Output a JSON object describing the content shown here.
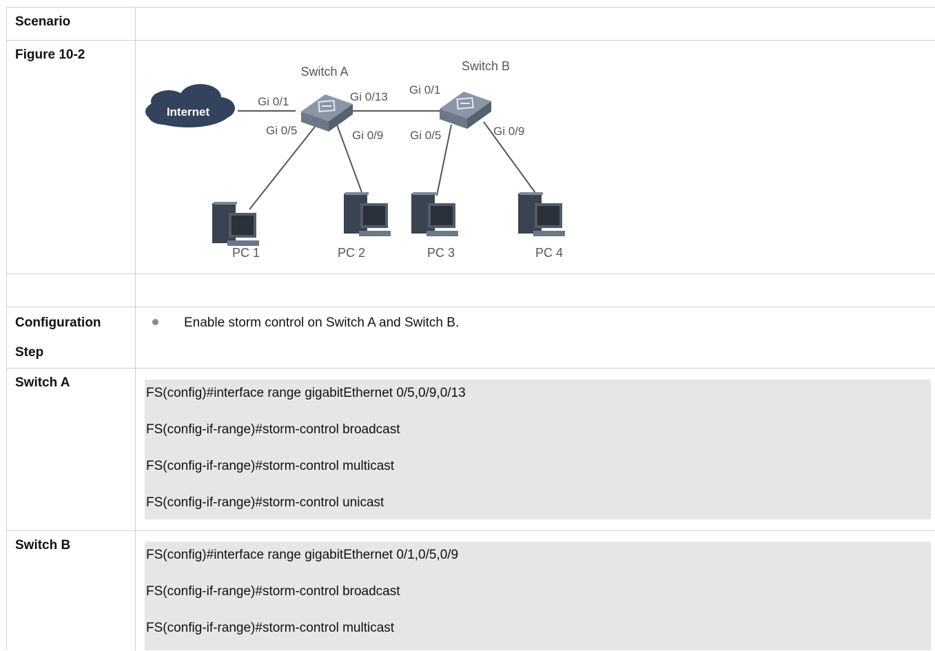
{
  "rows": {
    "scenario": {
      "label": "Scenario"
    },
    "figure": {
      "label": "Figure 10-2",
      "diagram": {
        "cloud": "Internet",
        "switch_a": "Switch A",
        "switch_b": "Switch B",
        "ports": {
          "a_gi01": "Gi 0/1",
          "a_gi013": "Gi 0/13",
          "a_gi05": "Gi 0/5",
          "a_gi09": "Gi 0/9",
          "b_gi01": "Gi 0/1",
          "b_gi05": "Gi 0/5",
          "b_gi09": "Gi 0/9"
        },
        "pcs": [
          "PC 1",
          "PC 2",
          "PC 3",
          "PC 4"
        ]
      }
    },
    "config_step": {
      "label_line1": "Configuration",
      "label_line2": "Step",
      "bullet": "Enable storm control on Switch A and Switch B."
    },
    "switch_a": {
      "label": "Switch A",
      "commands": [
        "FS(config)#interface range gigabitEthernet 0/5,0/9,0/13",
        "FS(config-if-range)#storm-control broadcast",
        "FS(config-if-range)#storm-control multicast",
        "FS(config-if-range)#storm-control unicast"
      ]
    },
    "switch_b": {
      "label": "Switch B",
      "commands": [
        "FS(config)#interface range gigabitEthernet 0/1,0/5,0/9",
        "FS(config-if-range)#storm-control broadcast",
        "FS(config-if-range)#storm-control multicast"
      ]
    }
  }
}
